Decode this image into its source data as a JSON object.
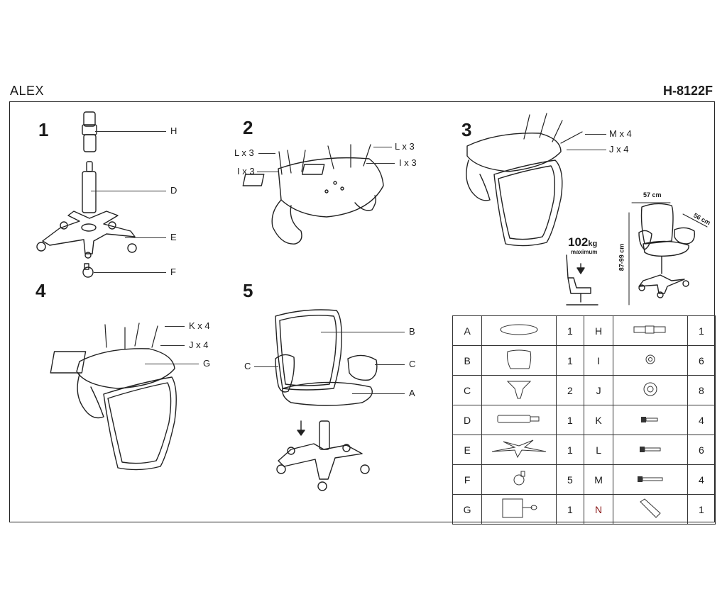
{
  "header": {
    "model_name": "ALEX",
    "model_code": "H-8122F"
  },
  "steps": [
    {
      "number": "1",
      "labels": [
        "H",
        "D",
        "E",
        "F"
      ]
    },
    {
      "number": "2",
      "labels": [
        "L x 3",
        "I x 3",
        "L x 3",
        "I x 3"
      ]
    },
    {
      "number": "3",
      "labels": [
        "M x 4",
        "J x 4"
      ]
    },
    {
      "number": "4",
      "labels": [
        "K x 4",
        "J x 4",
        "G"
      ]
    },
    {
      "number": "5",
      "labels": [
        "B",
        "C",
        "C",
        "A"
      ]
    }
  ],
  "load": {
    "value": "102",
    "unit": "kg",
    "note": "maximum"
  },
  "dimensions": {
    "width": "57 cm",
    "depth": "56 cm",
    "height": "87-99 cm"
  },
  "parts": [
    {
      "left": {
        "letter": "A",
        "icon": "seat-cushion-icon",
        "qty": "1"
      },
      "right": {
        "letter": "H",
        "icon": "cylinder-cover-icon",
        "qty": "1"
      }
    },
    {
      "left": {
        "letter": "B",
        "icon": "backrest-icon",
        "qty": "1"
      },
      "right": {
        "letter": "I",
        "icon": "small-washer-icon",
        "qty": "6"
      }
    },
    {
      "left": {
        "letter": "C",
        "icon": "armrest-icon",
        "qty": "2"
      },
      "right": {
        "letter": "J",
        "icon": "large-washer-icon",
        "qty": "8"
      }
    },
    {
      "left": {
        "letter": "D",
        "icon": "gas-cylinder-icon",
        "qty": "1"
      },
      "right": {
        "letter": "K",
        "icon": "short-bolt-icon",
        "qty": "4"
      }
    },
    {
      "left": {
        "letter": "E",
        "icon": "star-base-icon",
        "qty": "1"
      },
      "right": {
        "letter": "L",
        "icon": "medium-bolt-icon",
        "qty": "6"
      }
    },
    {
      "left": {
        "letter": "F",
        "icon": "caster-icon",
        "qty": "5"
      },
      "right": {
        "letter": "M",
        "icon": "long-bolt-icon",
        "qty": "4"
      }
    },
    {
      "left": {
        "letter": "G",
        "icon": "mechanism-icon",
        "qty": "1"
      },
      "right": {
        "letter": "N",
        "icon": "allen-key-icon",
        "qty": "1"
      }
    }
  ]
}
